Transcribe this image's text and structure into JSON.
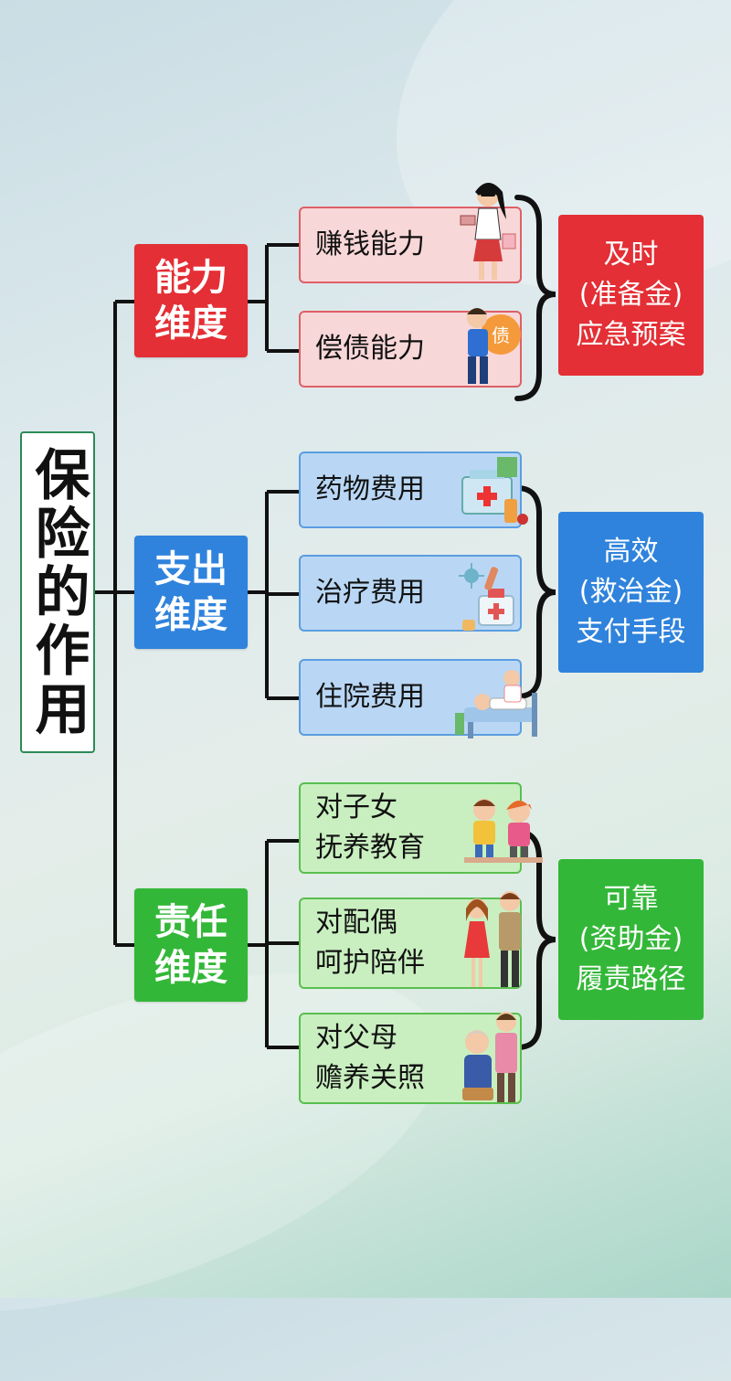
{
  "title": "保险的作用",
  "colors": {
    "red": "#e32f35",
    "blue": "#2f83dc",
    "green": "#33b738",
    "line": "#111111"
  },
  "branches": [
    {
      "category": "能力\n维度",
      "items": [
        "赚钱能力",
        "偿债能力"
      ],
      "item_icons": [
        "woman-shopping-icon",
        "debt-burden-icon"
      ],
      "debt_tag": "债",
      "result": "及时\n(准备金)\n应急预案"
    },
    {
      "category": "支出\n维度",
      "items": [
        "药物费用",
        "治疗费用",
        "住院费用"
      ],
      "item_icons": [
        "medicine-kit-icon",
        "medicine-vial-icon",
        "hospital-bed-icon"
      ],
      "result": "高效\n(救治金)\n支付手段"
    },
    {
      "category": "责任\n维度",
      "items": [
        "对子女\n抚养教育",
        "对配偶\n呵护陪伴",
        "对父母\n赡养关照"
      ],
      "item_icons": [
        "children-icon",
        "couple-icon",
        "elderly-parents-icon"
      ],
      "result": "可靠\n(资助金)\n履责路径"
    }
  ]
}
